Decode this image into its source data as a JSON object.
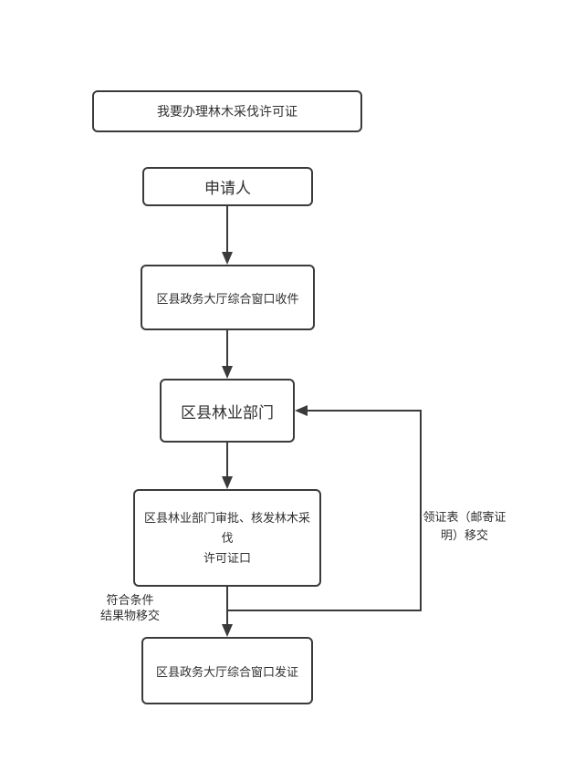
{
  "diagram": {
    "type": "flowchart",
    "nodes": {
      "start": {
        "label": "我要办理林木采伐许可证"
      },
      "applicant": {
        "label": "申请人"
      },
      "receive": {
        "label": "区县政务大厅综合窗口收件"
      },
      "forestry": {
        "label": "区县林业部门"
      },
      "approve": {
        "label": "区县林业部门审批、核发林木采伐\n许可证口"
      },
      "issue": {
        "label": "区县政务大厅综合窗口发证"
      }
    },
    "edges": [
      {
        "from": "applicant",
        "to": "receive"
      },
      {
        "from": "receive",
        "to": "forestry"
      },
      {
        "from": "forestry",
        "to": "approve"
      },
      {
        "from": "approve",
        "to": "issue",
        "label": "符合条件\n结果物移交"
      },
      {
        "from": "approve",
        "to": "forestry",
        "label": "领证表（邮寄证\n明）移交"
      }
    ],
    "colors": {
      "line": "#3a3a3a",
      "text": "#303030",
      "background": "#ffffff"
    }
  }
}
